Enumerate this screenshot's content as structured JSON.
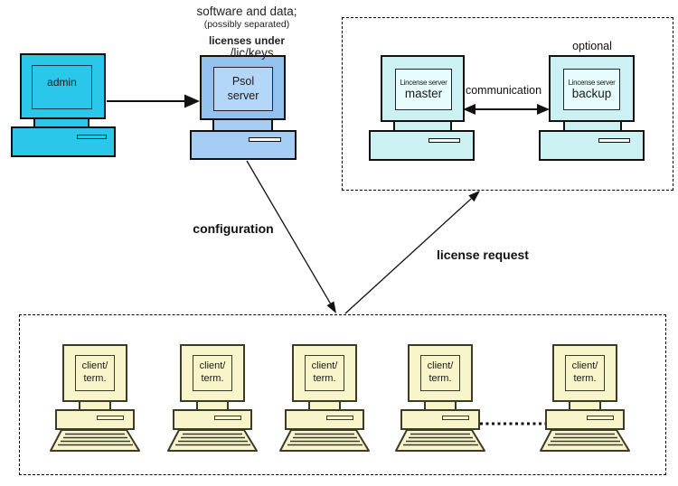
{
  "annotation": {
    "line1": "software and data;",
    "line2": "(possibly separated)",
    "line3": "licenses under",
    "line4": ".../lic/keys"
  },
  "nodes": {
    "admin": {
      "label": "admin"
    },
    "psol": {
      "line1": "Psol",
      "line2": "server"
    },
    "master": {
      "line1": "Lincense server",
      "line2": "master"
    },
    "backup": {
      "line1": "Lincense server",
      "line2": "backup"
    },
    "client": {
      "line1": "client/",
      "line2": "term."
    }
  },
  "labels": {
    "optional": "optional",
    "communication": "communication",
    "configuration": "configuration",
    "license_request": "license request"
  },
  "colors": {
    "admin_fill": "#2BC7EA",
    "psol_monitor": "#94C2EF",
    "psol_screen": "#B4D6F8",
    "psol_base": "#A6CEF4",
    "server_fill": "#CBF1F2",
    "server_screen": "#E7FCFC",
    "client_fill": "#F8F5CA",
    "line_color": "#111111"
  }
}
